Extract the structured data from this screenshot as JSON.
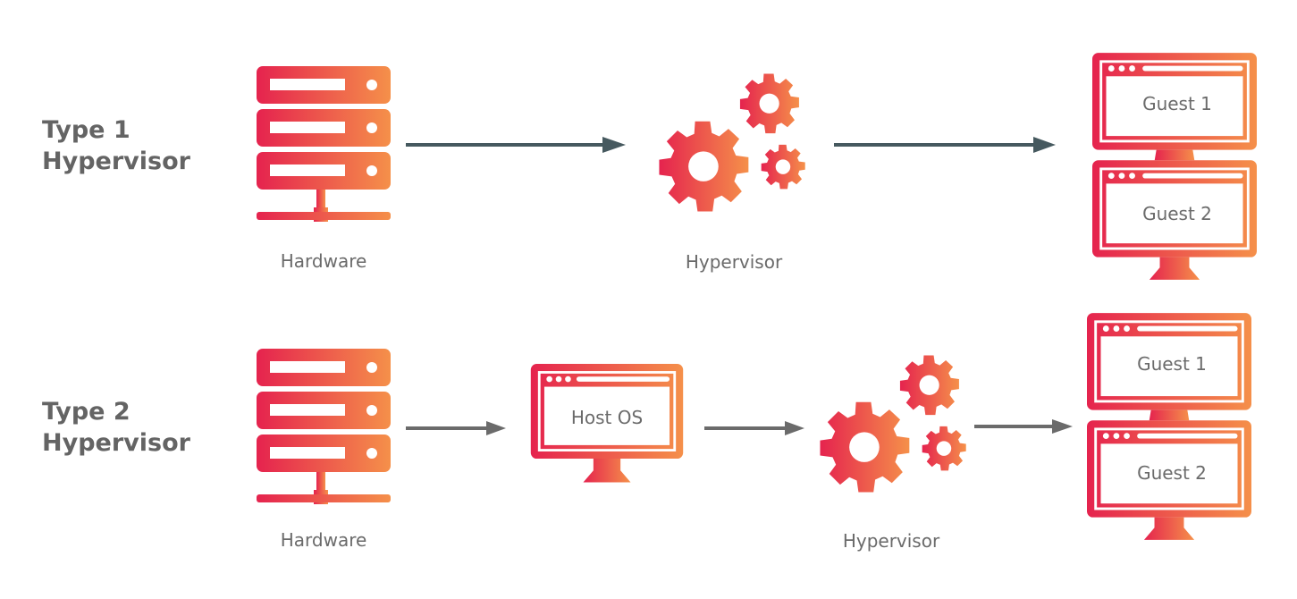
{
  "colors": {
    "gradient_start": "#e5234e",
    "gradient_end": "#f5904a",
    "arrow_type1": "#46595f",
    "arrow_type2": "#6b6b6b",
    "text_gray": "#646464"
  },
  "rows": [
    {
      "title_line1": "Type 1",
      "title_line2": "Hypervisor",
      "hardware": {
        "icon": "server-rack-icon",
        "label": "Hardware"
      },
      "hypervisor": {
        "icon": "gears-icon",
        "label": "Hypervisor"
      },
      "guests": [
        {
          "label": "Guest 1"
        },
        {
          "label": "Guest 2"
        }
      ]
    },
    {
      "title_line1": "Type 2",
      "title_line2": "Hypervisor",
      "hardware": {
        "icon": "server-rack-icon",
        "label": "Hardware"
      },
      "host_os": {
        "icon": "monitor-icon",
        "label": "Host OS"
      },
      "hypervisor": {
        "icon": "gears-icon",
        "label": "Hypervisor"
      },
      "guests": [
        {
          "label": "Guest 1"
        },
        {
          "label": "Guest 2"
        }
      ]
    }
  ]
}
